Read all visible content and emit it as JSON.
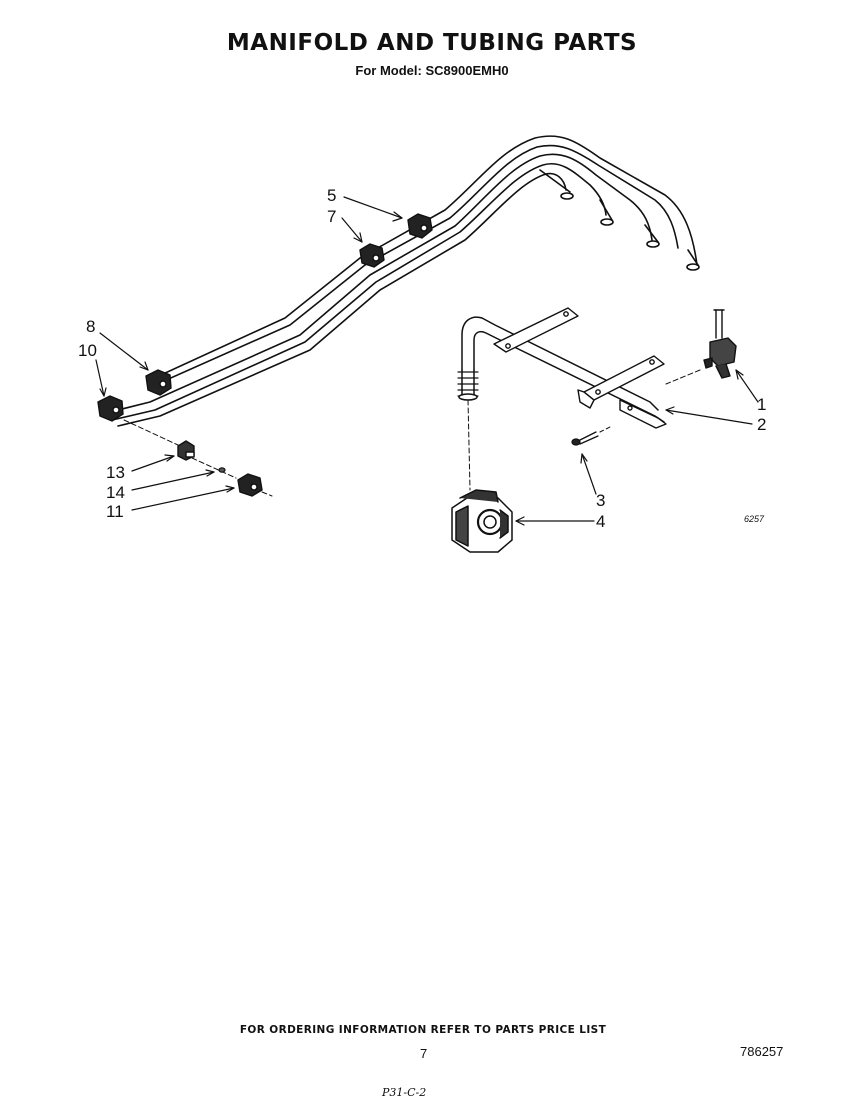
{
  "header": {
    "title": "MANIFOLD AND TUBING PARTS",
    "subtitle": "For Model: SC8900EMH0"
  },
  "callouts": {
    "c1": "1",
    "c2": "2",
    "c3": "3",
    "c4": "4",
    "c5": "5",
    "c7": "7",
    "c8": "8",
    "c10": "10",
    "c11": "11",
    "c13": "13",
    "c14": "14"
  },
  "diagram_code": "6257",
  "footer": {
    "ordering_note": "FOR ORDERING INFORMATION REFER TO PARTS PRICE LIST",
    "page_number": "7",
    "document_number": "786257",
    "handwritten_note": "P31-C-2"
  }
}
